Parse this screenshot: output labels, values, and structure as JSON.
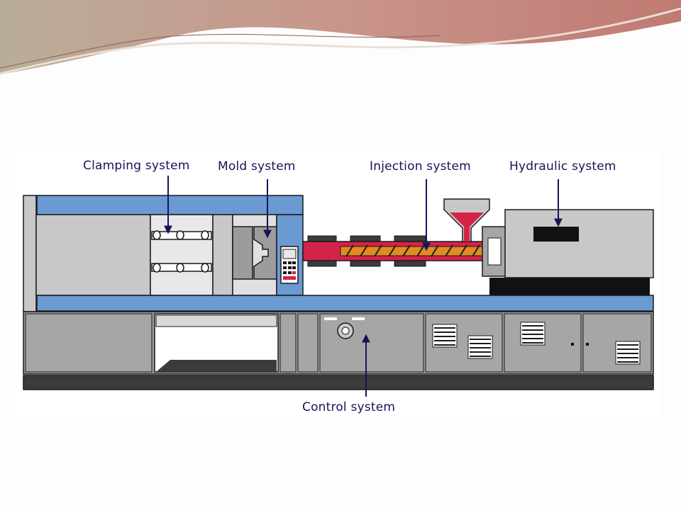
{
  "diagram": {
    "labels": {
      "clamping": "Clamping system",
      "mold": "Mold system",
      "injection": "Injection system",
      "hydraulic": "Hydraulic system",
      "control": "Control system"
    }
  },
  "colors": {
    "frame_blue": "#6a9ad1",
    "machine_gray": "#9c9c9c",
    "panel_gray": "#a6a6a6",
    "light_gray": "#c8c8c8",
    "barrel_red": "#d4234a",
    "screw_orange": "#e38a22",
    "label_navy": "#14145a",
    "outline": "#1a1a1a"
  }
}
